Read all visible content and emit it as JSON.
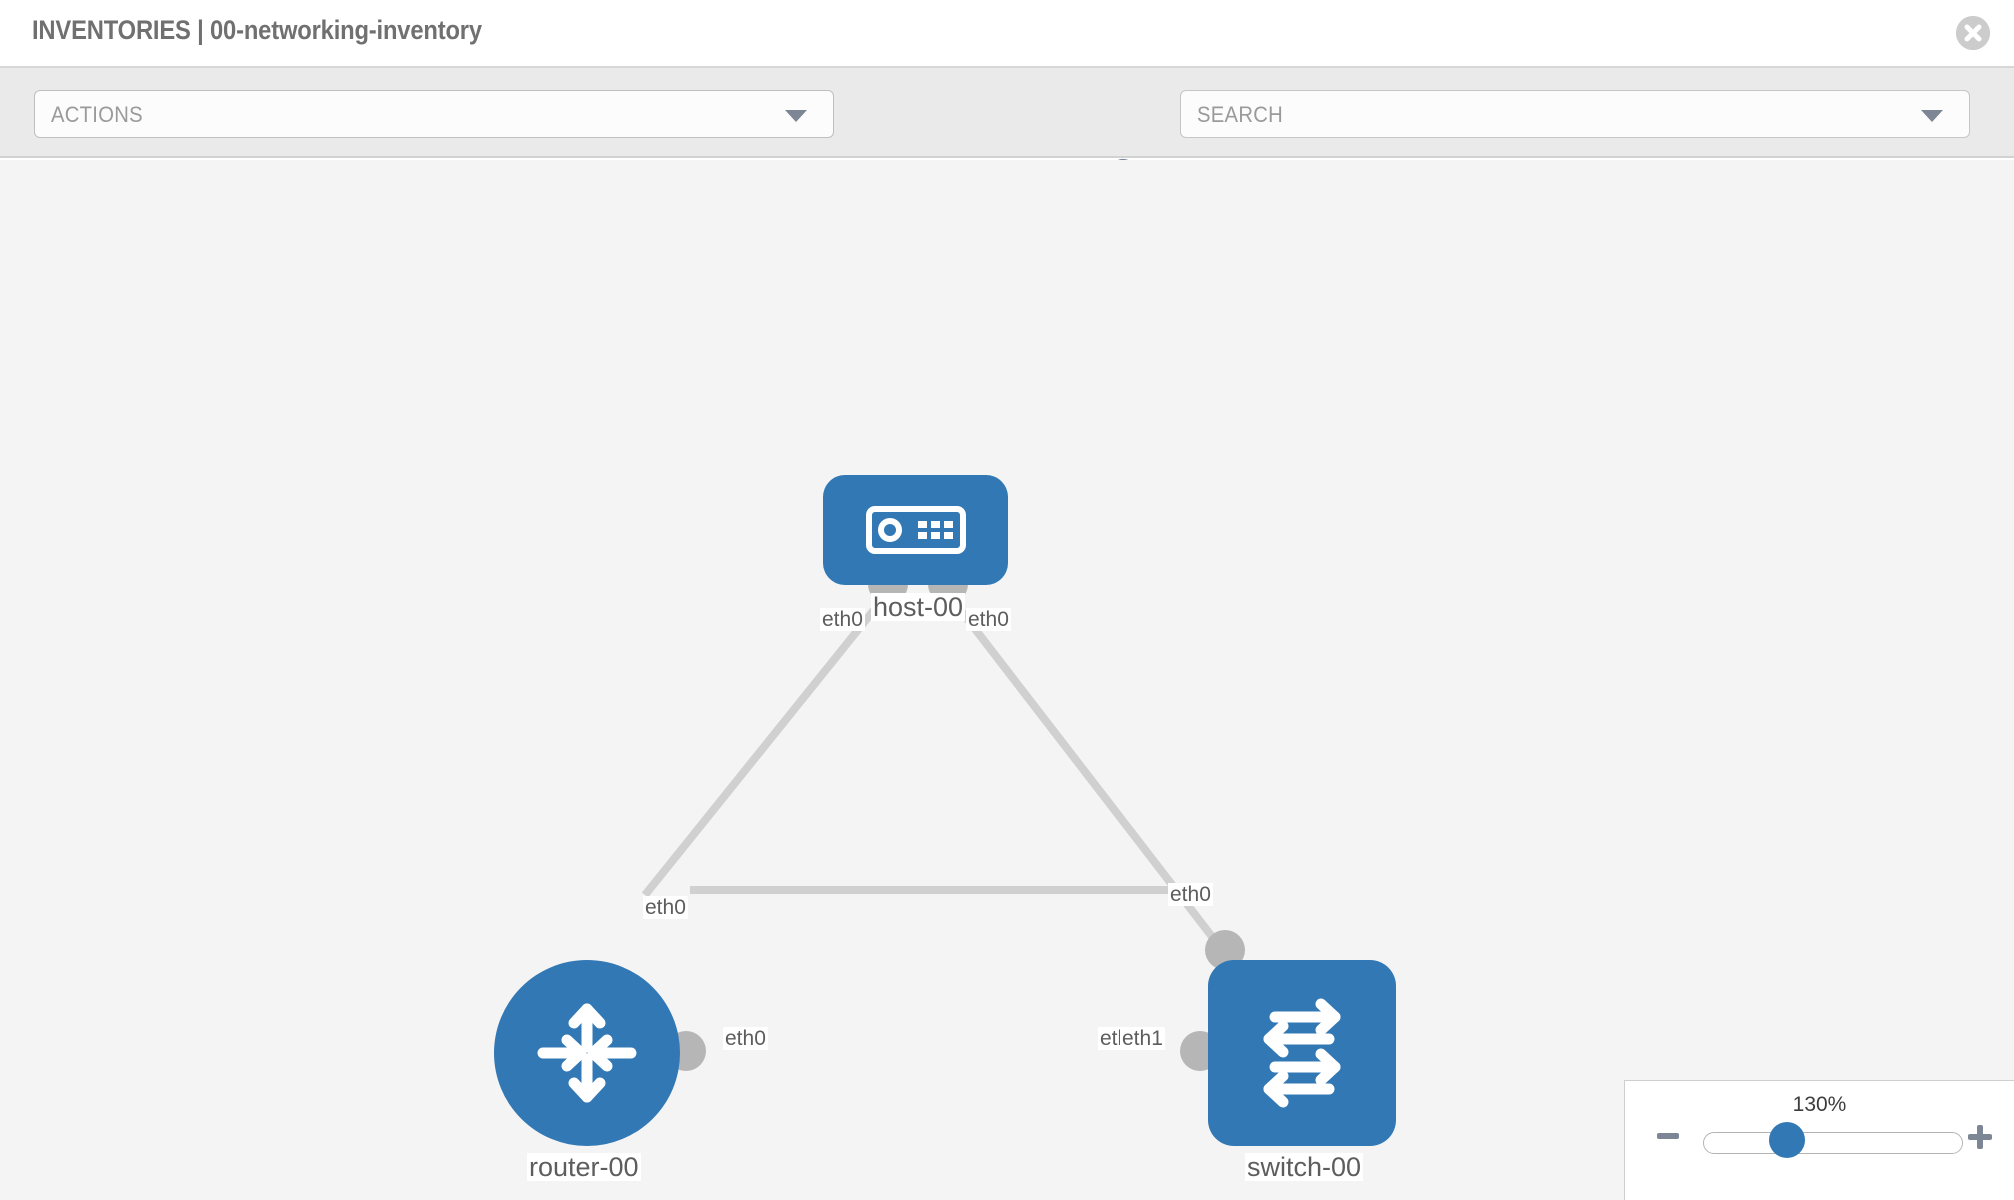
{
  "header": {
    "title": "INVENTORIES | 00-networking-inventory",
    "close_icon": "close-circle-icon"
  },
  "toolbar": {
    "actions_label": "ACTIONS",
    "actions_caret_icon": "chevron-down-icon",
    "wrench_icon": "wrench-icon",
    "key_icon": "key-icon",
    "search_placeholder": "SEARCH",
    "search_value": "",
    "search_caret_icon": "chevron-down-icon"
  },
  "topology": {
    "accent_color": "#3178b5",
    "port_color": "#b6b6b6",
    "edge_color": "#d0d0d0",
    "canvas_color": "#f4f4f4",
    "nodes": [
      {
        "id": "host-00",
        "label": "host-00",
        "type": "host",
        "icon": "server-icon",
        "shape": "rounded-rect"
      },
      {
        "id": "router-00",
        "label": "router-00",
        "type": "router",
        "icon": "router-arrows-icon",
        "shape": "circle"
      },
      {
        "id": "switch-00",
        "label": "switch-00",
        "type": "switch",
        "icon": "switch-arrows-icon",
        "shape": "rounded-square"
      }
    ],
    "links": [
      {
        "from": "host-00",
        "from_iface": "eth0",
        "to": "router-00",
        "to_iface": "eth0"
      },
      {
        "from": "host-00",
        "from_iface": "eth0",
        "to": "switch-00",
        "to_iface": "eth0"
      },
      {
        "from": "router-00",
        "from_iface": "eth0",
        "to": "switch-00",
        "to_iface": "eth1"
      }
    ],
    "interface_labels": {
      "host_left": "eth0",
      "host_right": "eth0",
      "router_up": "eth0",
      "switch_up": "eth0",
      "router_right": "eth0",
      "switch_left_under": "eth0",
      "switch_left": "eth1"
    }
  },
  "zoom_control": {
    "percent": "130%",
    "minus_icon": "minus-icon",
    "plus_icon": "plus-icon",
    "slider_name": "zoom-slider"
  }
}
